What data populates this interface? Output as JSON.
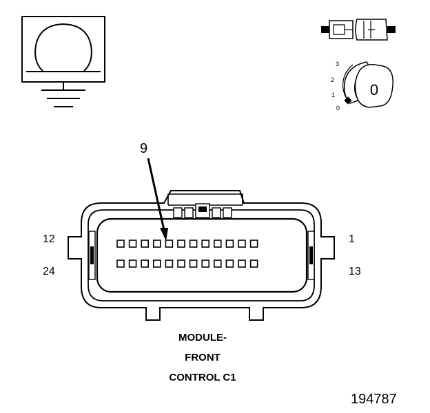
{
  "ohmmeter": {
    "symbol": "Ω"
  },
  "key_switch": {
    "positions": [
      "3",
      "2",
      "1",
      "0"
    ],
    "key_label": "0"
  },
  "connector": {
    "callout_pin": "9",
    "pin_labels": {
      "top_left": "12",
      "top_right": "1",
      "bottom_left": "24",
      "bottom_right": "13"
    },
    "rows": 2,
    "pins_per_row": 12,
    "caption_lines": [
      "MODULE-",
      "FRONT",
      "CONTROL C1"
    ]
  },
  "figure_number": "194787"
}
